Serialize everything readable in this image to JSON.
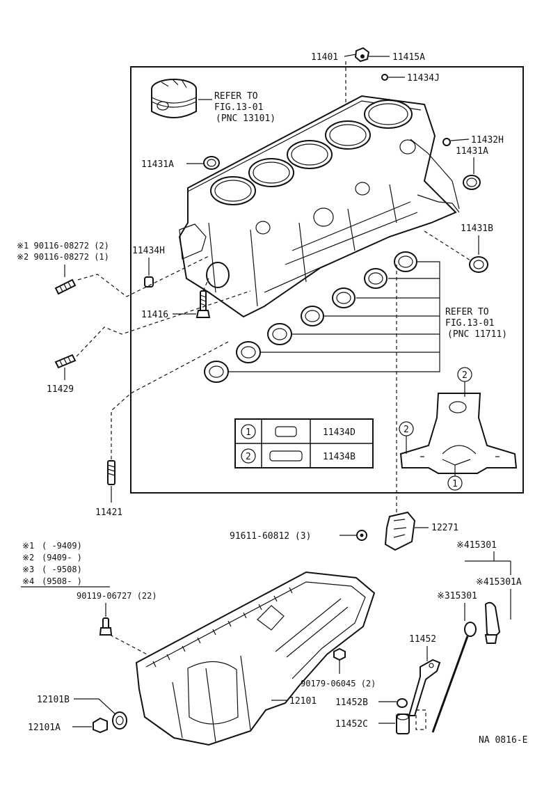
{
  "part_numbers": {
    "head_top": "11401",
    "bolt_top": "11415A",
    "plug_j": "11434J",
    "plug_h_right": "11432H",
    "plug_a_right": "11431A",
    "plug_a_left": "11431A",
    "plug_b": "11431B",
    "pin_h": "11434H",
    "stud_1_line1": "※1 90116-08272 (2)",
    "stud_1_line2": "※2 90116-08272 (1)",
    "bolt_11416": "11416",
    "stud_11429": "11429",
    "stud_11421": "11421",
    "bolt_91611": "91611-60812 (3)",
    "housing_12271": "12271",
    "pan_bolt": "90119-06727 (22)",
    "pan_nut": "90179-06045 (2)",
    "gasket_12101b": "12101B",
    "plug_12101a": "12101A",
    "oil_pan": "12101",
    "guide_11452": "11452",
    "ring_11452b": "11452B",
    "clip_11452c": "11452C",
    "dipstick_4": "※415301",
    "dipstick_4a": "※415301A",
    "dipstick_3": "※315301",
    "footer": "NA 0816-E"
  },
  "refer_piston": [
    "REFER TO",
    "FIG.13-01",
    "(PNC 13101)"
  ],
  "refer_bearing": [
    "REFER TO",
    "FIG.13-01",
    "(PNC 11711)"
  ],
  "legend": [
    {
      "num": "1",
      "part": "11434D"
    },
    {
      "num": "2",
      "part": "11434B"
    }
  ],
  "callout_labels": {
    "c2_top": "2",
    "c2_left": "2",
    "c1_bottom": "1"
  },
  "date_ranges": [
    {
      "mark": "※1",
      "range": "(       -9409)"
    },
    {
      "mark": "※2",
      "range": "(9409-       )"
    },
    {
      "mark": "※3",
      "range": "(       -9508)"
    },
    {
      "mark": "※4",
      "range": "(9508-       )"
    }
  ]
}
